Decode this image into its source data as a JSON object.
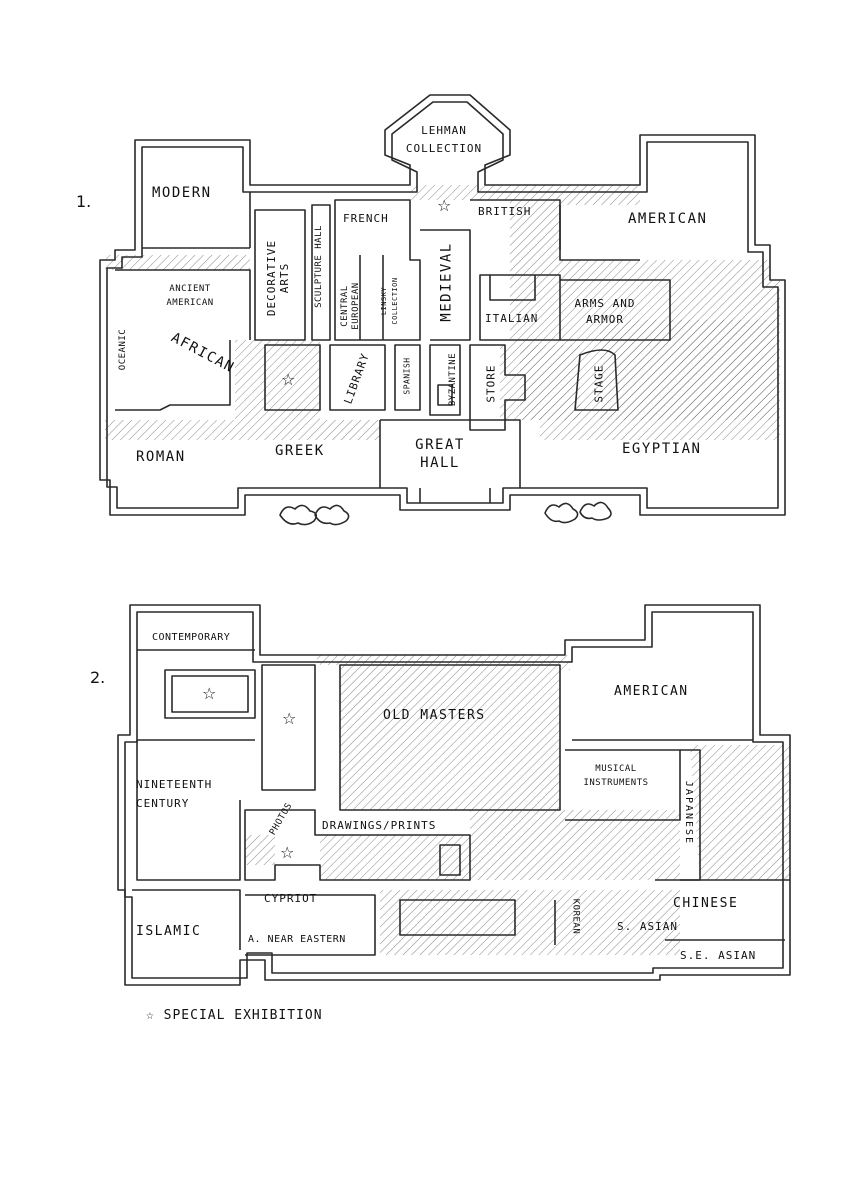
{
  "floor1": {
    "number": "1.",
    "rooms": {
      "lehman": "LEHMAN COLLECTION",
      "modern": "MODERN",
      "decorative_arts": "DECORATIVE ARTS",
      "sculpture_hall": "SCULPTURE HALL",
      "french": "FRENCH",
      "british": "BRITISH",
      "american": "AMERICAN",
      "ancient_american": "ANCIENT AMERICAN",
      "oceanic": "OCEANIC",
      "african": "AFRICAN",
      "central_european": "CENTRAL EUROPEAN",
      "linsky": "LINSKY COLLECTION",
      "medieval": "MEDIEVAL",
      "italian": "ITALIAN",
      "arms_armor": "ARMS AND ARMOR",
      "library": "LIBRARY",
      "spanish": "SPANISH",
      "byzantine": "BYZANTINE",
      "store": "STORE",
      "stage": "STAGE",
      "roman": "ROMAN",
      "greek": "GREEK",
      "great_hall": "GREAT HALL",
      "egyptian": "EGYPTIAN"
    }
  },
  "floor2": {
    "number": "2.",
    "rooms": {
      "contemporary": "CONTEMPORARY",
      "old_masters": "OLD MASTERS",
      "american": "AMERICAN",
      "nineteenth_century": "NINETEENTH CENTURY",
      "photos": "PHOTOS",
      "drawings_prints": "DRAWINGS/PRINTS",
      "musical_instruments": "MUSICAL INSTRUMENTS",
      "japanese": "JAPANESE",
      "cypriot": "CYPRIOT",
      "islamic": "ISLAMIC",
      "near_eastern": "A. NEAR EASTERN",
      "korean": "KOREAN",
      "chinese": "CHINESE",
      "s_asian": "S. ASIAN",
      "se_asian": "S.E. ASIAN"
    }
  },
  "legend": {
    "symbol": "☆",
    "label": "SPECIAL EXHIBITION"
  }
}
